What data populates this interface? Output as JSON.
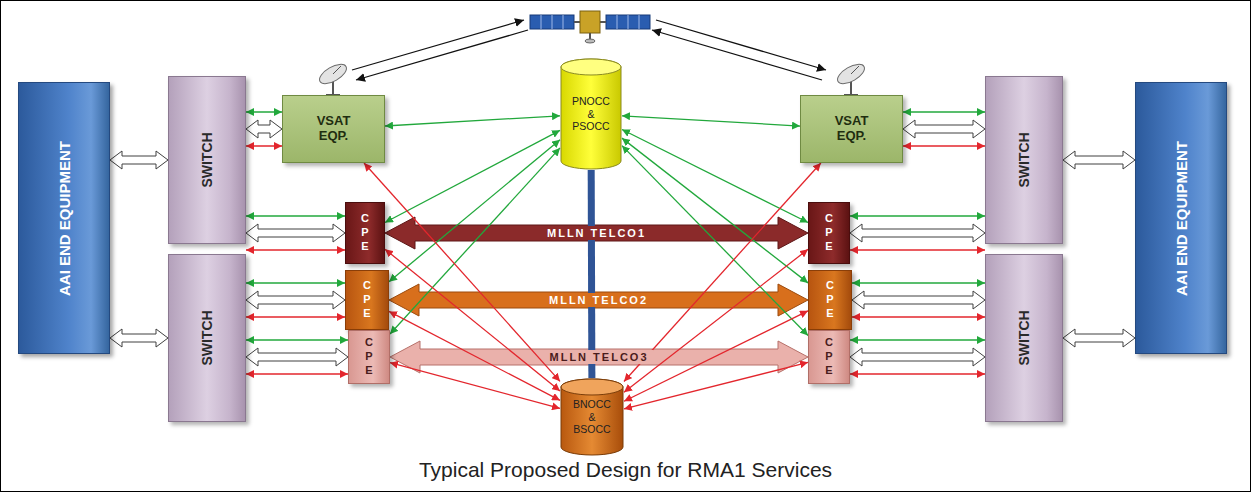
{
  "diagram": {
    "caption": "Typical Proposed Design for RMA1 Services",
    "nodes": [
      {
        "text": [
          "AAI END EQUIPMENT"
        ]
      },
      {
        "text": [
          "SWITCH"
        ]
      },
      {
        "text": [
          "SWITCH"
        ]
      },
      {
        "text": [
          "VSAT EQP."
        ]
      },
      {
        "text": [
          "C P E"
        ]
      },
      {
        "text": [
          "C P E"
        ]
      },
      {
        "text": [
          "C P E"
        ]
      },
      {
        "text": [
          "PNOCC & PSOCC"
        ]
      },
      {
        "text": [
          "BNOCC & BSOCC"
        ]
      },
      {
        "text": [
          "VSAT EQP."
        ]
      },
      {
        "text": [
          "C P E"
        ]
      },
      {
        "text": [
          "C P E"
        ]
      },
      {
        "text": [
          "C P E"
        ]
      },
      {
        "text": [
          "SWITCH"
        ]
      },
      {
        "text": [
          "SWITCH"
        ]
      },
      {
        "text": [
          "AAI END EQUIPMENT"
        ]
      }
    ],
    "edges": [
      {
        "from": 4,
        "to": 10,
        "arrow": "both",
        "label": "MLLN TELCO1"
      },
      {
        "from": 5,
        "to": 11,
        "arrow": "both",
        "label": "MLLN TELCO2"
      },
      {
        "from": 6,
        "to": 12,
        "arrow": "both",
        "label": "MLLN TELCO3"
      },
      {
        "from": 7,
        "to": 8,
        "arrow": "none"
      },
      {
        "from": 7,
        "to": 3,
        "arrow": "both"
      },
      {
        "from": 7,
        "to": 4,
        "arrow": "both"
      },
      {
        "from": 7,
        "to": 5,
        "arrow": "both"
      },
      {
        "from": 7,
        "to": 6,
        "arrow": "both"
      },
      {
        "from": 7,
        "to": 9,
        "arrow": "both"
      },
      {
        "from": 7,
        "to": 10,
        "arrow": "both"
      },
      {
        "from": 7,
        "to": 11,
        "arrow": "both"
      },
      {
        "from": 7,
        "to": 12,
        "arrow": "both"
      },
      {
        "from": 8,
        "to": 3,
        "arrow": "both"
      },
      {
        "from": 8,
        "to": 4,
        "arrow": "both"
      },
      {
        "from": 8,
        "to": 5,
        "arrow": "both"
      },
      {
        "from": 8,
        "to": 6,
        "arrow": "both"
      },
      {
        "from": 8,
        "to": 9,
        "arrow": "both"
      },
      {
        "from": 8,
        "to": 10,
        "arrow": "both"
      },
      {
        "from": 8,
        "to": 11,
        "arrow": "both"
      },
      {
        "from": 8,
        "to": 12,
        "arrow": "both"
      },
      {
        "from": 0,
        "to": 1,
        "arrow": "both"
      },
      {
        "from": 0,
        "to": 2,
        "arrow": "both"
      },
      {
        "from": 1,
        "to": 3,
        "arrow": "both"
      },
      {
        "from": 1,
        "to": 3,
        "arrow": "both"
      },
      {
        "from": 1,
        "to": 3,
        "arrow": "both"
      },
      {
        "from": 1,
        "to": 4,
        "arrow": "both"
      },
      {
        "from": 1,
        "to": 4,
        "arrow": "both"
      },
      {
        "from": 1,
        "to": 4,
        "arrow": "both"
      },
      {
        "from": 2,
        "to": 5,
        "arrow": "both"
      },
      {
        "from": 2,
        "to": 5,
        "arrow": "both"
      },
      {
        "from": 2,
        "to": 5,
        "arrow": "both"
      },
      {
        "from": 2,
        "to": 6,
        "arrow": "both"
      },
      {
        "from": 2,
        "to": 6,
        "arrow": "both"
      },
      {
        "from": 2,
        "to": 6,
        "arrow": "both"
      },
      {
        "from": 13,
        "to": 9,
        "arrow": "both"
      },
      {
        "from": 13,
        "to": 9,
        "arrow": "both"
      },
      {
        "from": 13,
        "to": 9,
        "arrow": "both"
      },
      {
        "from": 13,
        "to": 10,
        "arrow": "both"
      },
      {
        "from": 13,
        "to": 10,
        "arrow": "both"
      },
      {
        "from": 13,
        "to": 10,
        "arrow": "both"
      },
      {
        "from": 14,
        "to": 11,
        "arrow": "both"
      },
      {
        "from": 14,
        "to": 11,
        "arrow": "both"
      },
      {
        "from": 14,
        "to": 11,
        "arrow": "both"
      },
      {
        "from": 14,
        "to": 12,
        "arrow": "both"
      },
      {
        "from": 14,
        "to": 12,
        "arrow": "both"
      },
      {
        "from": 14,
        "to": 12,
        "arrow": "both"
      },
      {
        "from": 15,
        "to": 13,
        "arrow": "both"
      },
      {
        "from": 15,
        "to": 14,
        "arrow": "both"
      }
    ]
  }
}
